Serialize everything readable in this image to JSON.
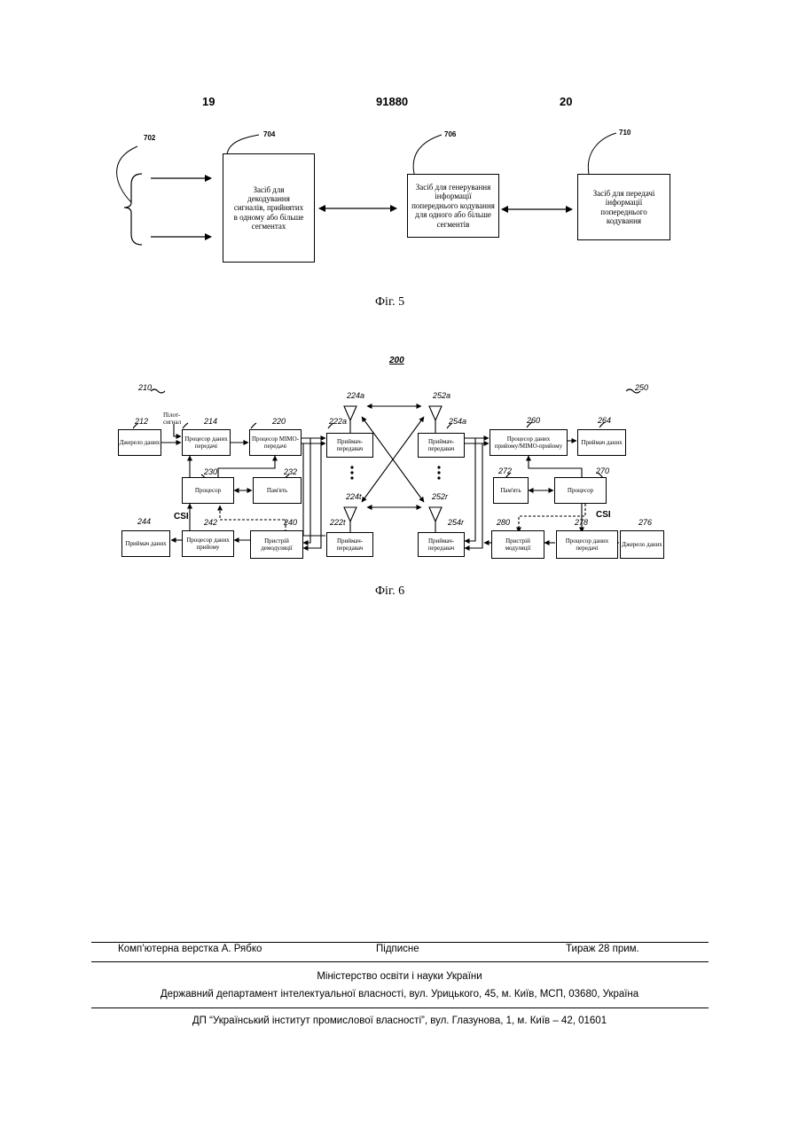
{
  "header": {
    "page_left": "19",
    "patent_number": "91880",
    "page_right": "20"
  },
  "fig5": {
    "refs": {
      "r702": "702",
      "r704": "704",
      "r706": "706",
      "r710": "710"
    },
    "box_704": "Засіб для декодування сигналів, прийнятих в одному або більше сегментах",
    "box_706": "Засіб для генерування інформації попереднього кодування для одного або більше сегментів",
    "box_710": "Засіб для передачі інформації попереднього кодування",
    "caption": "Фіг. 5"
  },
  "fig6": {
    "title": "200",
    "refs": {
      "r210": "210",
      "r250": "250",
      "r212": "212",
      "r214": "214",
      "r220": "220",
      "r222a": "222a",
      "r224a": "224a",
      "r252a": "252a",
      "r254a": "254a",
      "r260": "260",
      "r264": "264",
      "r230": "230",
      "r232": "232",
      "r224t": "224t",
      "r252r": "252r",
      "r272": "272",
      "r270": "270",
      "r244": "244",
      "r242": "242",
      "r240": "240",
      "r222t": "222t",
      "r254r": "254r",
      "r280": "280",
      "r278": "278",
      "r276": "276"
    },
    "pilot_label": "Пілот-сигнал",
    "csi_left": "CSI",
    "csi_right": "CSI",
    "boxes": {
      "b212": "Джерело даних",
      "b214": "Процесор даних передачі",
      "b220": "Процесор MIMO-передачі",
      "b222a": "Приймач-передавач",
      "b254a": "Приймач-передавач",
      "b260": "Процесор даних прийому/MIMO-прийому",
      "b264": "Приймач даних",
      "b230": "Процесор",
      "b232": "Пам'ять",
      "b272": "Пам'ять",
      "b270": "Процесор",
      "b244": "Приймач даних",
      "b242": "Процесор даних прийому",
      "b240": "Пристрій демодуляції",
      "b222t": "Приймач-передавач",
      "b254r": "Приймач-передавач",
      "b280": "Пристрій модуляції",
      "b278": "Процесор даних передачі",
      "b276": "Джерело даних"
    },
    "caption": "Фіг. 6"
  },
  "footer": {
    "layout": "Комп’ютерна верстка А. Рябко",
    "signed": "Підписне",
    "circulation": "Тираж 28 прим.",
    "ministry": "Міністерство освіти і науки України",
    "department": "Державний департамент інтелектуальної власності, вул. Урицького, 45, м. Київ, МСП, 03680, Україна",
    "institute": "ДП “Український інститут промислової власності”, вул. Глазунова, 1, м. Київ – 42, 01601"
  }
}
